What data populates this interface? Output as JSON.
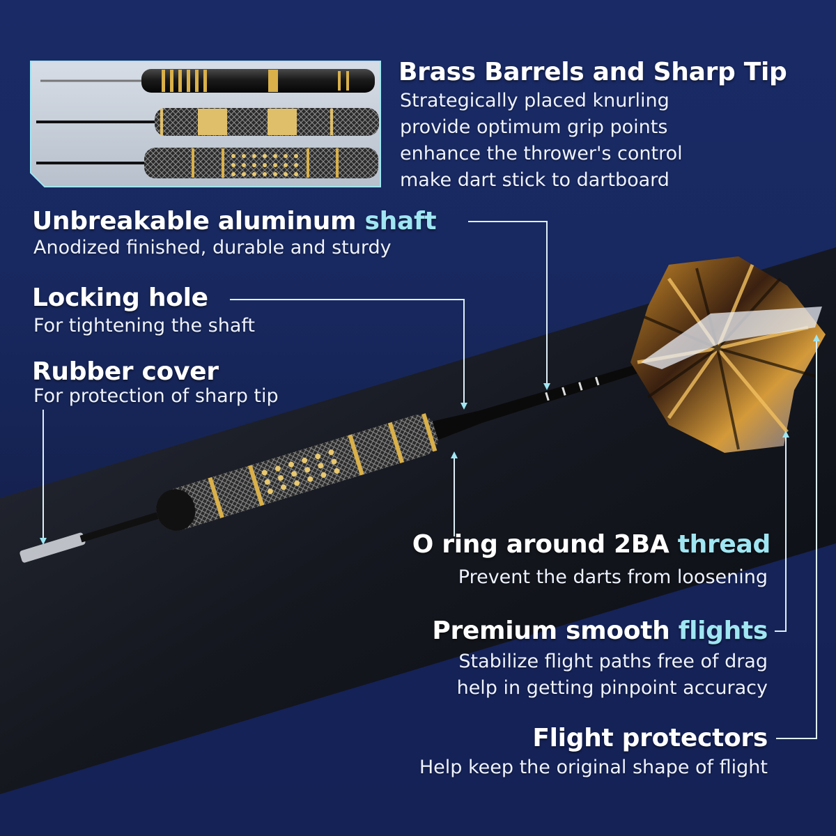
{
  "colors": {
    "background_top": "#15245f",
    "background_bottom": "#0c1228",
    "accent_cyan": "#9fe6f2",
    "gold": "#d9b04a",
    "leader_line": "#dfeff7"
  },
  "features": {
    "brass": {
      "title_main": "Brass Barrels and Sharp Tip",
      "lines": [
        "Strategically placed knurling",
        "provide optimum grip points",
        "enhance the thrower's control",
        "make dart stick to dartboard"
      ]
    },
    "shaft": {
      "title_main": "Unbreakable aluminum ",
      "title_accent": "shaft",
      "desc": "Anodized finished, durable and sturdy"
    },
    "locking": {
      "title_main": "Locking hole",
      "desc": "For tightening the shaft"
    },
    "rubber": {
      "title_main": "Rubber cover",
      "desc": "For protection of sharp tip"
    },
    "oring": {
      "title_main": "O ring around 2BA ",
      "title_accent": "thread",
      "desc": "Prevent the darts from loosening"
    },
    "flights": {
      "title_main": "Premium smooth ",
      "title_accent": "flights",
      "lines": [
        "Stabilize flight paths free of drag",
        "help in getting pinpoint accuracy"
      ]
    },
    "protectors": {
      "title_main": "Flight protectors",
      "desc": "Help keep the original shape of flight"
    }
  }
}
